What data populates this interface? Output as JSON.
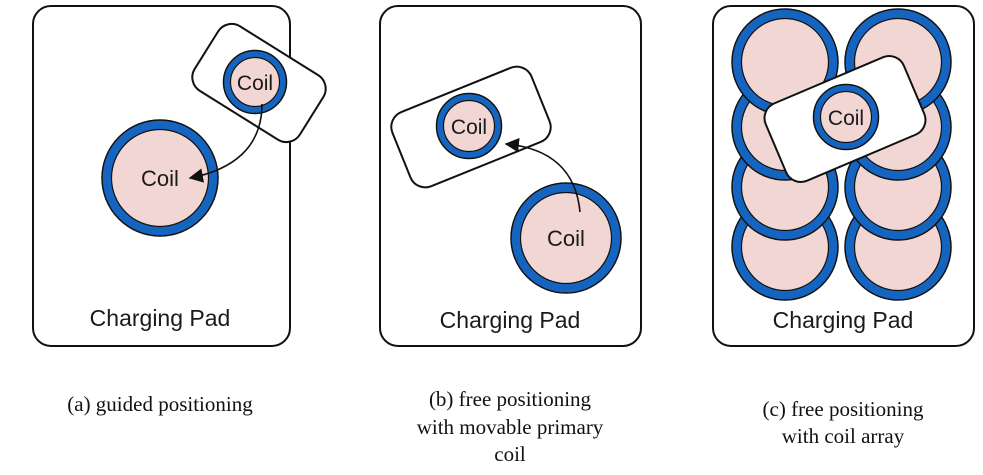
{
  "colors": {
    "coil_ring": "#1565c0",
    "coil_fill": "#f2d6d3",
    "outline": "#111111",
    "background": "#ffffff"
  },
  "panels": [
    {
      "id": "a",
      "pad_label": "Charging Pad",
      "coil_labels": [
        "Coil",
        "Coil"
      ],
      "caption_lines": [
        "(a) guided positioning"
      ]
    },
    {
      "id": "b",
      "pad_label": "Charging Pad",
      "coil_labels": [
        "Coil",
        "Coil"
      ],
      "caption_lines": [
        "(b) free positioning",
        "with movable primary",
        "coil"
      ]
    },
    {
      "id": "c",
      "pad_label": "Charging Pad",
      "coil_labels": [
        "Coil"
      ],
      "caption_lines": [
        "(c) free positioning",
        "with coil array"
      ]
    }
  ]
}
